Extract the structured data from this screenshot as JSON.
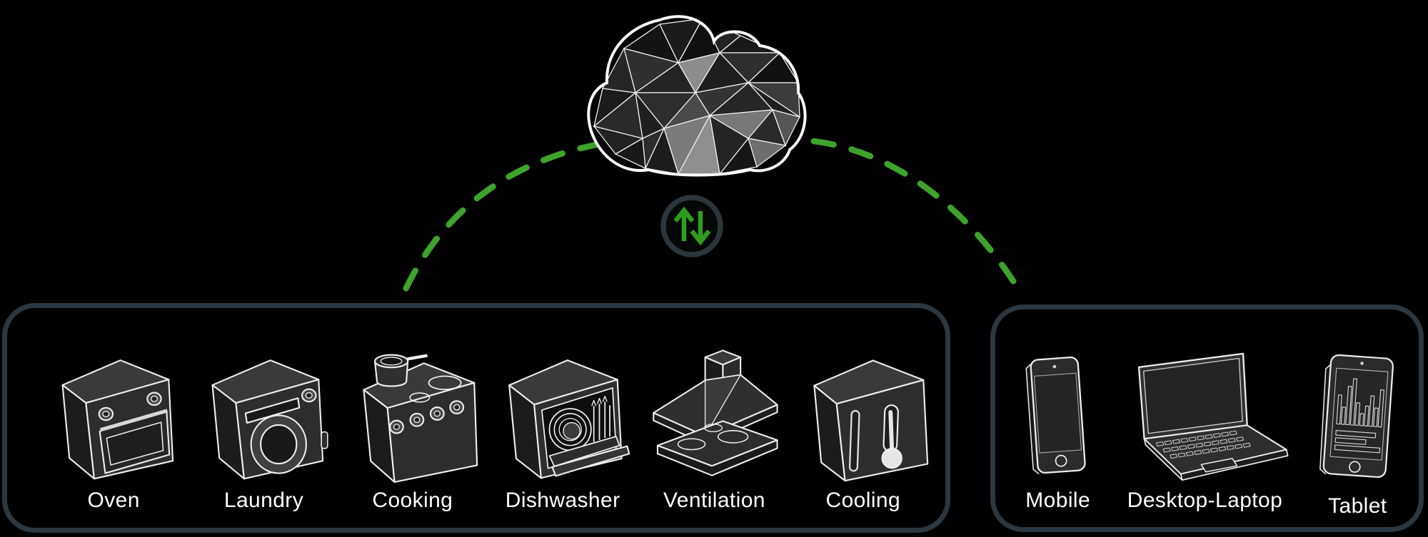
{
  "page": {
    "background": "#000000"
  },
  "colors": {
    "background": "#000000",
    "accent_green": "#3da32b",
    "sync_arrow_green": "#2f9e1e",
    "panel_border": "#2c3841",
    "sync_ring": "#2b353c",
    "label_text": "#ffffff",
    "icon_stroke": "#ededed"
  },
  "cloud": {
    "icon": "low-poly-cloud"
  },
  "sync": {
    "icon": "up-down-arrows"
  },
  "appliances_panel": {
    "items": [
      {
        "label": "Oven",
        "icon": "oven"
      },
      {
        "label": "Laundry",
        "icon": "laundry"
      },
      {
        "label": "Cooking",
        "icon": "cooking"
      },
      {
        "label": "Dishwasher",
        "icon": "dishwasher"
      },
      {
        "label": "Ventilation",
        "icon": "ventilation"
      },
      {
        "label": "Cooling",
        "icon": "cooling"
      }
    ]
  },
  "devices_panel": {
    "items": [
      {
        "label": "Mobile",
        "icon": "mobile"
      },
      {
        "label": "Desktop-Laptop",
        "icon": "desktop-laptop"
      },
      {
        "label": "Tablet",
        "icon": "tablet"
      }
    ]
  }
}
